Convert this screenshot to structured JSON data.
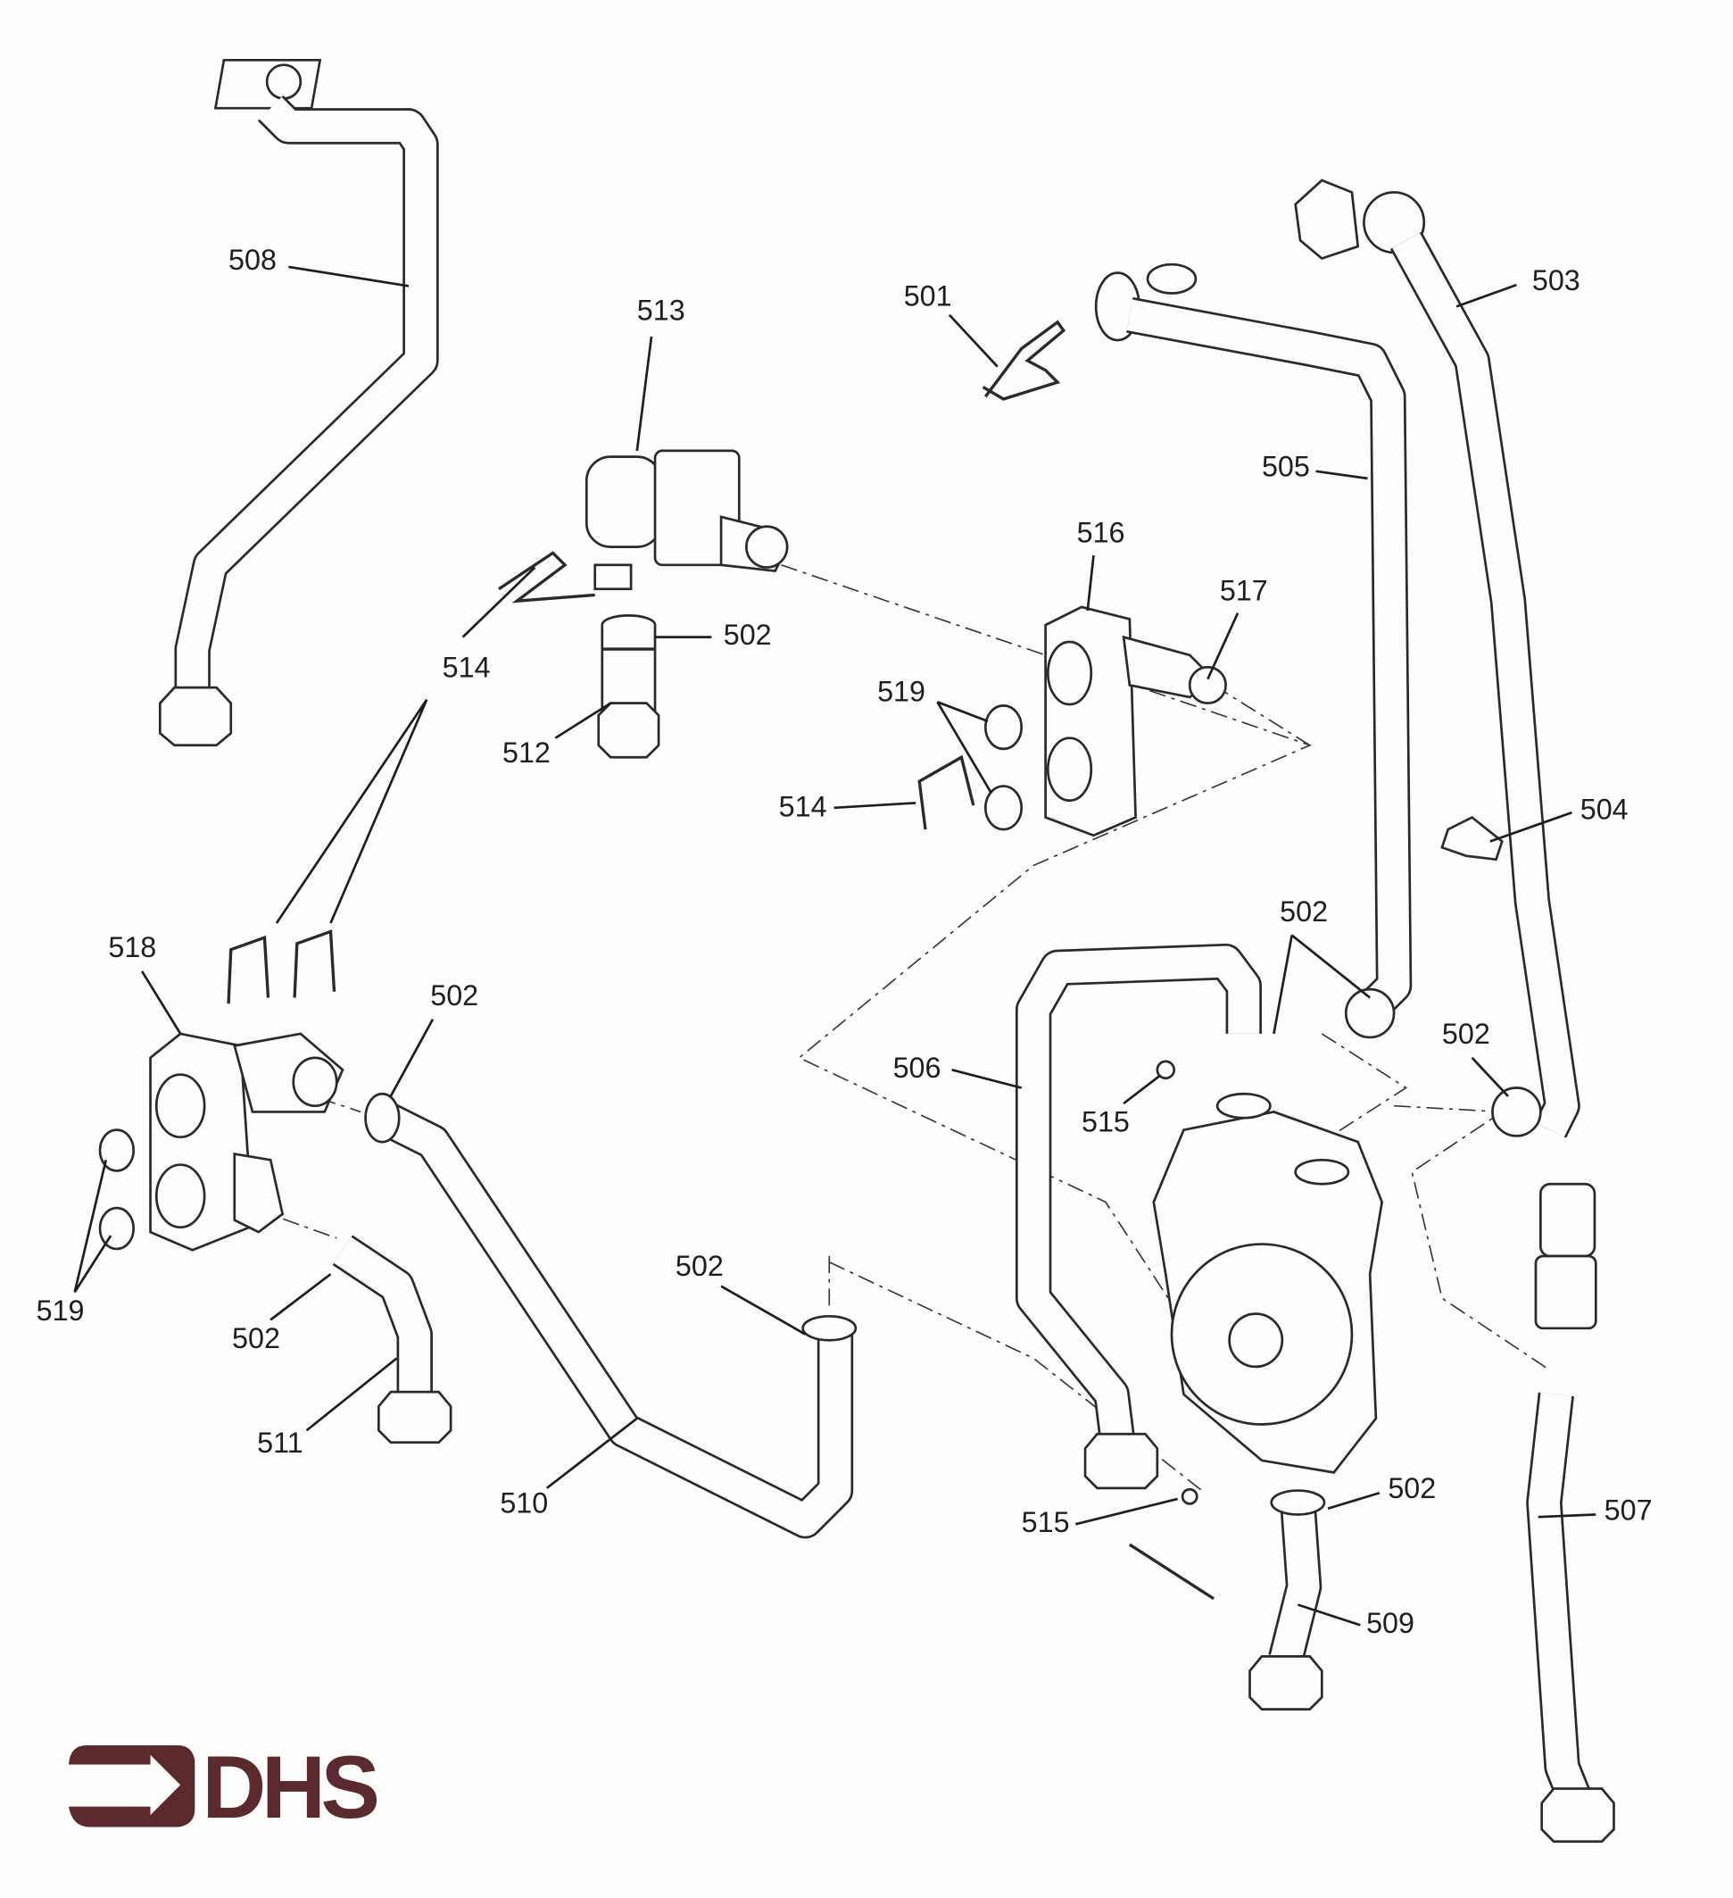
{
  "diagram": {
    "callouts": [
      "508",
      "513",
      "501",
      "503",
      "505",
      "516",
      "517",
      "502",
      "514",
      "519",
      "512",
      "514",
      "504",
      "502",
      "518",
      "502",
      "506",
      "502",
      "515",
      "519",
      "502",
      "502",
      "511",
      "510",
      "502",
      "515",
      "507",
      "509"
    ]
  },
  "logo": {
    "text": "DHS",
    "color": "#5a2a2e"
  },
  "colors": {
    "line": "#2a2a2a",
    "paper": "#fdfdfb"
  }
}
